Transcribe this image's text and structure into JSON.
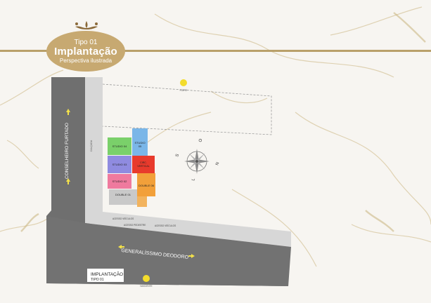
{
  "header": {
    "subtitle": "Tipo 01",
    "title": "Implantação",
    "caption": "Perspectiva ilustrada"
  },
  "streets": {
    "vertical": "CONSELHEIRO FURTADO",
    "horizontal": "GENERALÍSSIMO DEODORO"
  },
  "markers": {
    "top": "FORTE",
    "bottom": "NASCENTE"
  },
  "plan": {
    "label_line1": "IMPLANTAÇÃO",
    "label_line2": "TIPO 01",
    "side_label": "CALÇADA"
  },
  "units": {
    "studio04": "STUDIO 04",
    "studio03": "STUDIO 03",
    "studio02": "STUDIO 02",
    "studio05_line1": "STUDIO",
    "studio05_line2": "05",
    "core_line1": "CIRC.",
    "core_line2": "VERTICAL",
    "double01": "DOUBLE 01",
    "double06": "DOUBLE 06"
  },
  "access": {
    "a1": "ACESSO VEÍCULOS",
    "a2": "ACESSO PEDESTRE",
    "a3": "ACESSO VEÍCULOS"
  },
  "compass": {
    "n": "N",
    "s": "S",
    "o": "O",
    "l": "L"
  },
  "colors": {
    "road": "#6f6f6f",
    "sidewalk": "#d7d7d7",
    "gold": "#c7a971",
    "studio04": "#7ad06a",
    "studio03": "#8f8be0",
    "studio02": "#ef7a9e",
    "studio05": "#7ab6e8",
    "core": "#e83a2c",
    "double06": "#f2a03a",
    "double01": "#c9c9c9"
  }
}
